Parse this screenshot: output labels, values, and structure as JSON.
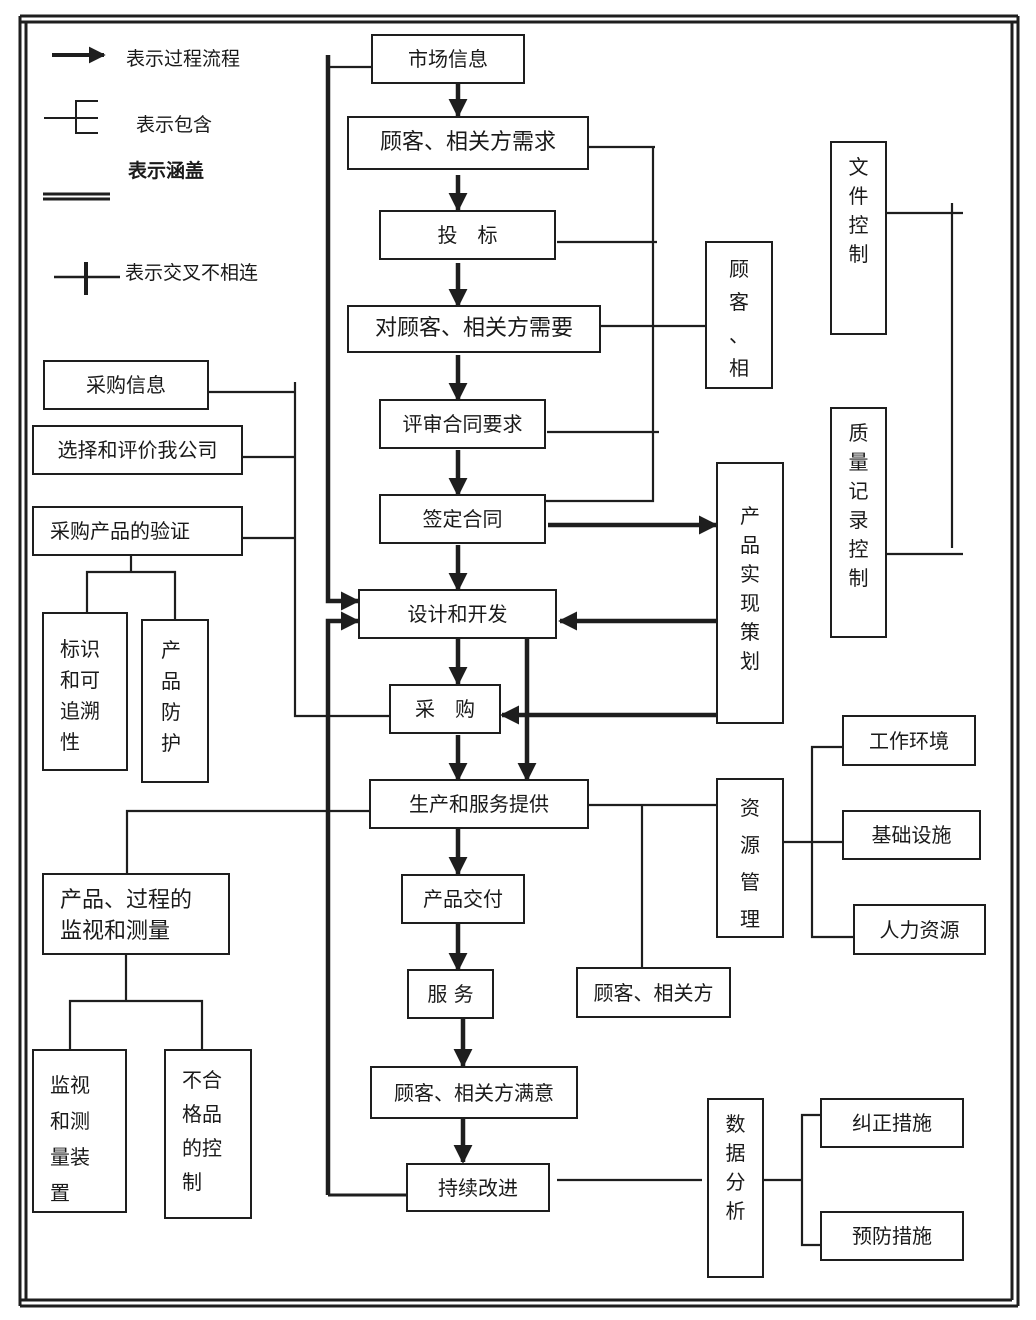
{
  "legend": {
    "process_flow": "表示过程流程",
    "include": "表示包含",
    "cover": "表示涵盖",
    "cross_not_connected": "表示交叉不相连"
  },
  "main_flow": {
    "market_info": "市场信息",
    "customer_needs": "顾客、相关方需求",
    "bidding": "投　标",
    "customer_requirements": "对顾客、相关方需要",
    "review_contract": "评审合同要求",
    "sign_contract": "签定合同",
    "design_dev": "设计和开发",
    "purchase": "采　购",
    "production": "生产和服务提供",
    "delivery": "产品交付",
    "service": "服 务",
    "satisfaction": "顾客、相关方满意",
    "improvement": "持续改进"
  },
  "purchasing": {
    "purchase_info": "采购信息",
    "select_evaluate": "选择和评价我公司",
    "verify_product": "采购产品的验证",
    "identification": [
      "标识",
      "和可",
      "追溯",
      "性"
    ],
    "protection": [
      "产",
      "品",
      "防",
      "护"
    ]
  },
  "monitoring": {
    "title_lines": [
      "产品、过程的",
      "监视和测量"
    ],
    "devices": [
      "监视",
      "和测",
      "量装",
      "置"
    ],
    "nonconforming": [
      "不合",
      "格品",
      "的控",
      "制"
    ]
  },
  "right_side": {
    "customer_vertical": [
      "顾",
      "客",
      "、",
      "相"
    ],
    "doc_control": [
      "文",
      "件",
      "控",
      "制"
    ],
    "quality_records": [
      "质",
      "量",
      "记",
      "录",
      "控",
      "制"
    ],
    "realization_planning": [
      "产",
      "品",
      "实",
      "现",
      "策",
      "划"
    ],
    "resource_mgmt": [
      "资",
      "源",
      "管",
      "理"
    ],
    "work_environment": "工作环境",
    "infrastructure": "基础设施",
    "human_resources": "人力资源",
    "customer_parties": "顾客、相关方",
    "data_analysis": [
      "数",
      "据",
      "分",
      "析"
    ],
    "corrective": "纠正措施",
    "preventive": "预防措施"
  }
}
